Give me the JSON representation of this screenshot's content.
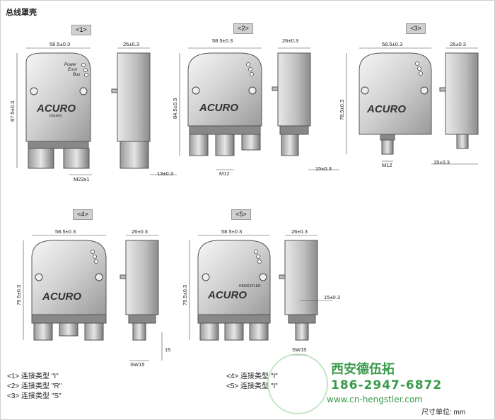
{
  "title": "总线罩壳",
  "variants": [
    {
      "tag": "<1>",
      "width": "58.5±0.3",
      "depth": "26±0.3",
      "height": "87.5±0.3",
      "conn": "M23x1",
      "shaft": "13±0.3"
    },
    {
      "tag": "<2>",
      "width": "58.5±0.3",
      "depth": "26±0.3",
      "height": "84.5±0.3",
      "conn": "M12",
      "shaft": "15±0.3"
    },
    {
      "tag": "<3>",
      "width": "58.5±0.3",
      "depth": "26±0.3",
      "height": "78.5±0.3",
      "conn": "M12",
      "shaft": "15±0.3"
    },
    {
      "tag": "<4>",
      "width": "58.5±0.3",
      "depth": "26±0.3",
      "height": "79.5±0.3",
      "sw": "SW15",
      "shaft": "15"
    },
    {
      "tag": "<5>",
      "width": "58.5±0.3",
      "depth": "26±0.3",
      "height": "79.5±0.3",
      "sw": "SW15",
      "shaft": "15±0.3"
    }
  ],
  "encoder_labels": {
    "power": "Power",
    "error": "Error",
    "bus": "Bus",
    "brand": "ACURO",
    "sub": "Industry",
    "maker": "HENGSTLER"
  },
  "legend": [
    "<1> 连接类型 \"I\"",
    "<2> 连接类型 \"R\"",
    "<3> 连接类型 \"S\"",
    "<4> 连接类型 \"I\"",
    "<5> 连接类型 \"I\""
  ],
  "watermark": {
    "company": "西安德伍拓",
    "phone": "186-2947-6872",
    "url": "www.cn-hengstler.com"
  },
  "unit": "尺寸单位: mm"
}
